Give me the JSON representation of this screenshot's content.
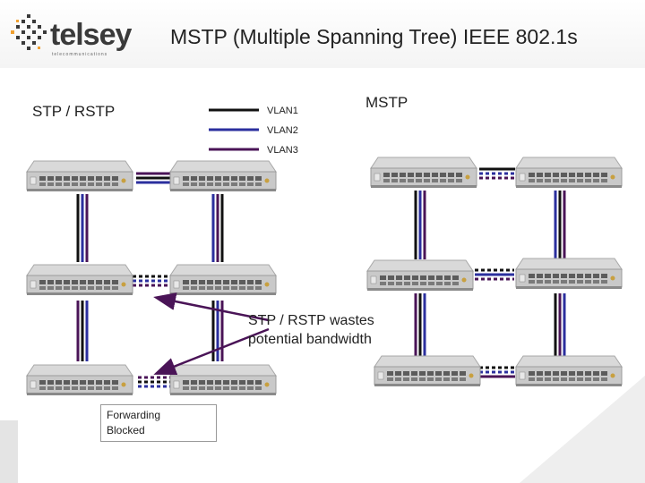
{
  "title": "MSTP (Multiple Spanning Tree) IEEE 802.1s",
  "logo": {
    "brand": "telsey",
    "tagline": "telecommunications"
  },
  "left_label": "STP / RSTP",
  "right_label": "MSTP",
  "vlans": [
    {
      "name": "VLAN1",
      "color": "#111111"
    },
    {
      "name": "VLAN2",
      "color": "#2b2f9e"
    },
    {
      "name": "VLAN3",
      "color": "#4a1457"
    }
  ],
  "callout": "STP / RSTP wastes potential bandwidth",
  "legend": {
    "forwarding": "Forwarding",
    "blocked": "Blocked"
  }
}
